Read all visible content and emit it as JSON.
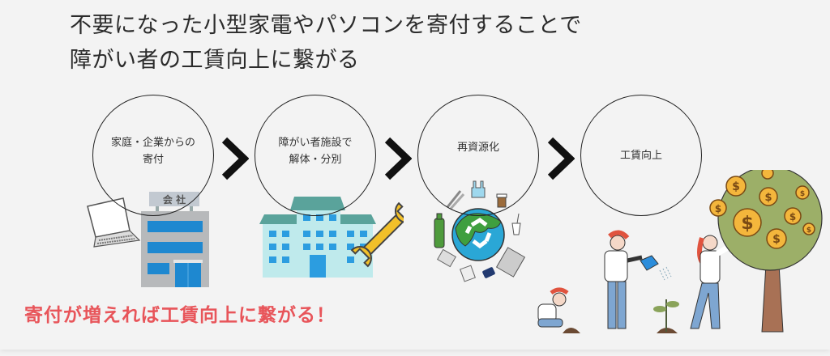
{
  "title": {
    "line1": "不要になった小型家電やパソコンを寄付することで",
    "line2": "障がい者の工賃向上に繋がる"
  },
  "steps": [
    {
      "label": "家庭・企業からの\n寄付",
      "illustration": "laptop-and-company-building"
    },
    {
      "label": "障がい者施設で\n解体・分別",
      "illustration": "facility-building-and-wrench"
    },
    {
      "label": "再資源化",
      "illustration": "recycling-globe-with-waste-items"
    },
    {
      "label": "工賃向上",
      "illustration": "woman-growing-money-tree"
    }
  ],
  "arrows": [
    "chevron-right",
    "chevron-right",
    "chevron-right"
  ],
  "illustrations": {
    "company_sign": "会 社"
  },
  "tagline": "寄付が増えれば工賃向上に繋がる！",
  "colors": {
    "background": "#f3f3f3",
    "title_text": "#2b2b2b",
    "tagline_red": "#e8555a",
    "circle_stroke": "#222222",
    "company_window_blue": "#1e88d0",
    "facility_teal": "#5aa39b",
    "facility_wall": "#bfeaec",
    "wrench_yellow": "#f2c02a",
    "globe_blue": "#2aa7d6",
    "globe_green": "#3f9f3f",
    "tree_green": "#9caf68",
    "coin_gold": "#f4b63c",
    "jeans_blue": "#7ea6d1",
    "hair_red": "#e0533e"
  }
}
